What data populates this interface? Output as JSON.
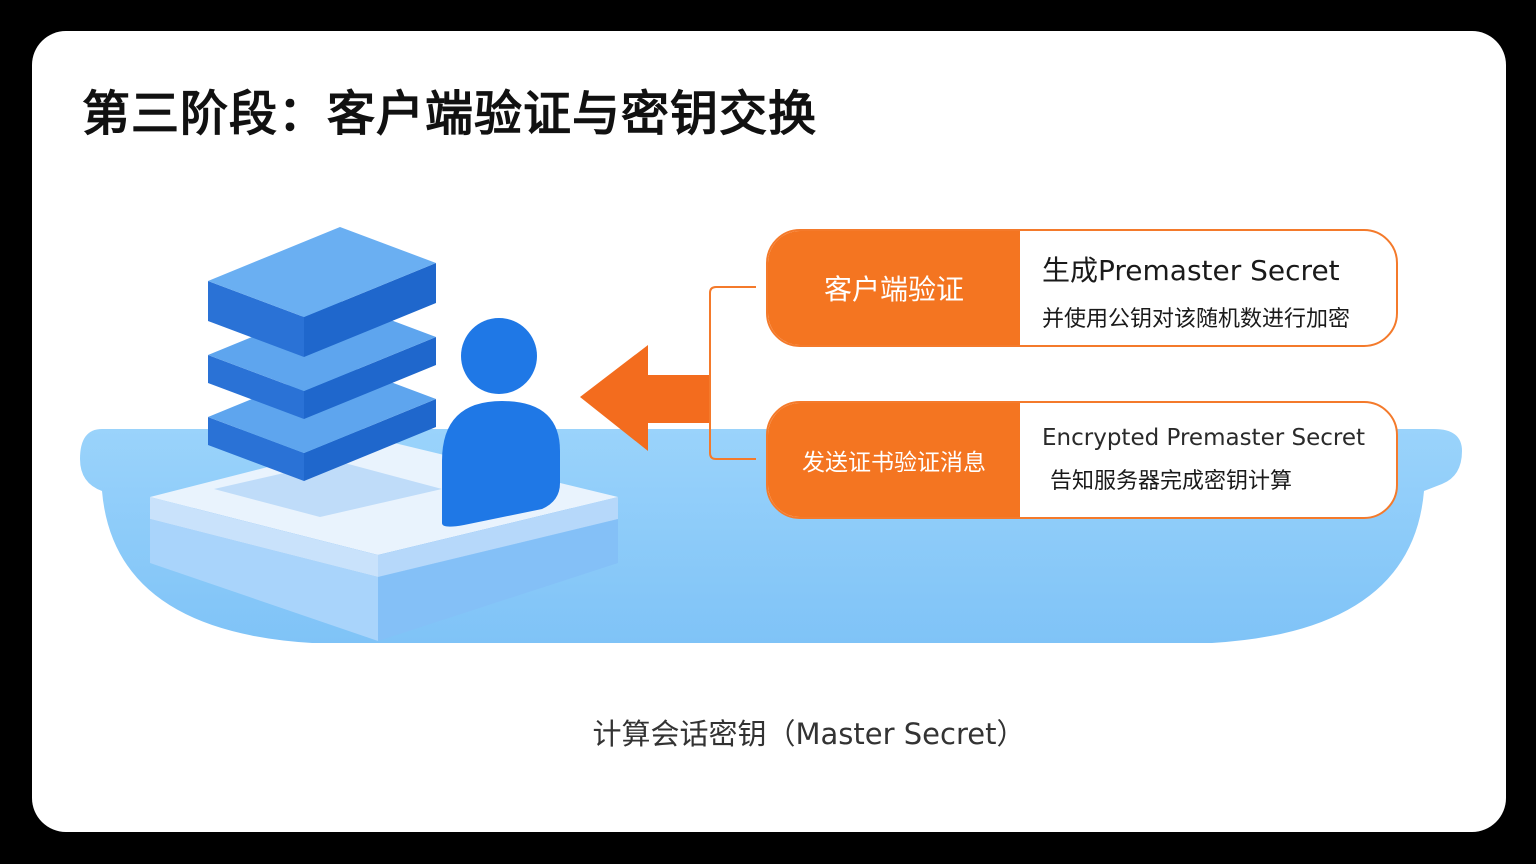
{
  "title": "第三阶段：客户端验证与密钥交换",
  "steps": [
    {
      "label": "客户端验证",
      "line1": "生成Premaster Secret",
      "line2": "并使用公钥对该随机数进行加密"
    },
    {
      "label": "发送证书验证消息",
      "line1": "Encrypted Premaster Secret",
      "line2": "告知服务器完成密钥计算"
    }
  ],
  "caption": "计算会话密钥（Master Secret）",
  "icons": [
    "server-stack-icon",
    "user-icon",
    "arrow-left-icon"
  ],
  "colors": {
    "background": "#000000",
    "slide": "#ffffff",
    "accent": "#f47521",
    "blue": "#2a7de1",
    "light_blue": "#8ecbfa"
  }
}
